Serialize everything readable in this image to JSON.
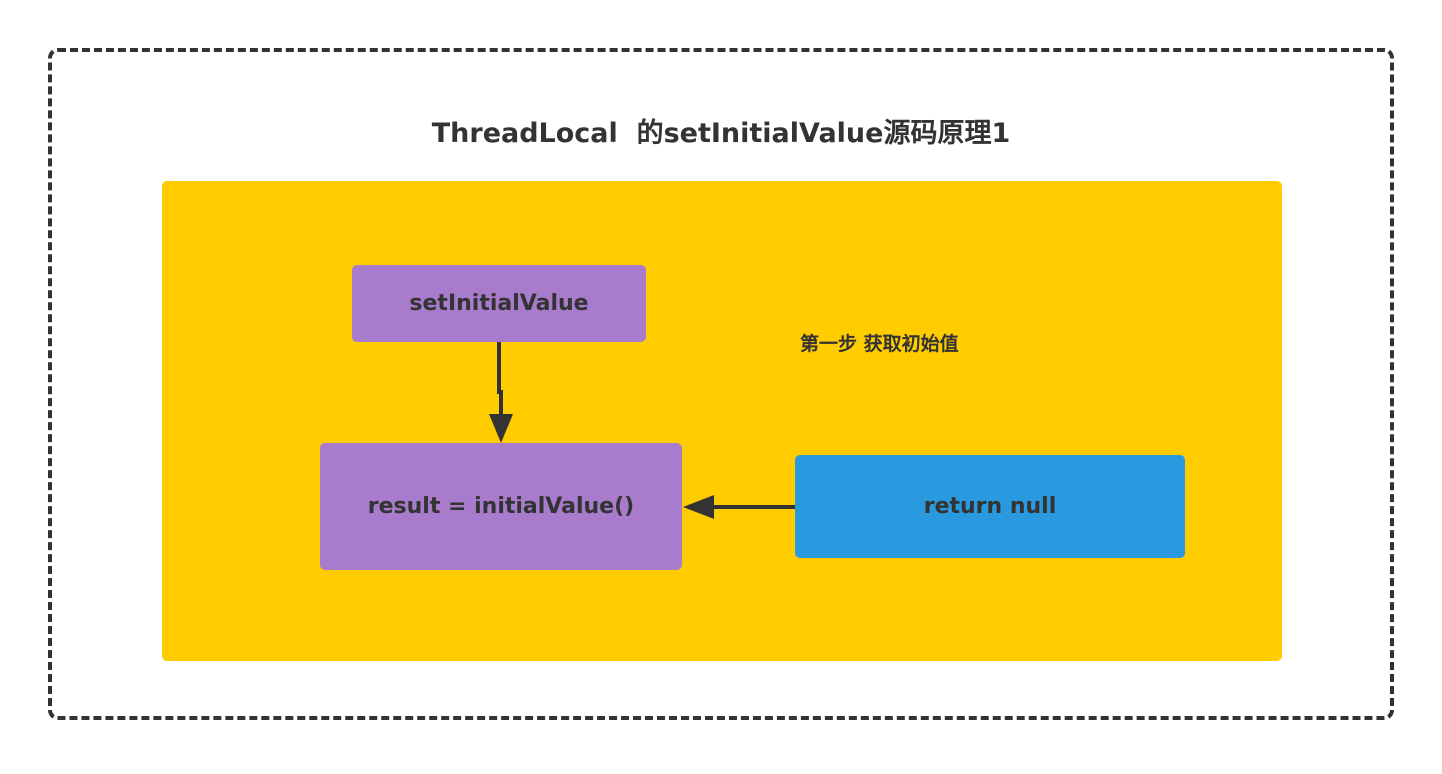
{
  "title": "ThreadLocal  的setInitialValue源码原理1",
  "nodes": {
    "set_initial_value": "setInitialValue",
    "result_initial_value": "result = initialValue()",
    "return_null": "return null"
  },
  "step_label": "第一步 获取初始值",
  "colors": {
    "panel": "#ffcc00",
    "purple_node": "#a97bcd",
    "blue_node": "#2a9ae0",
    "text": "#333333",
    "border": "#333333"
  }
}
